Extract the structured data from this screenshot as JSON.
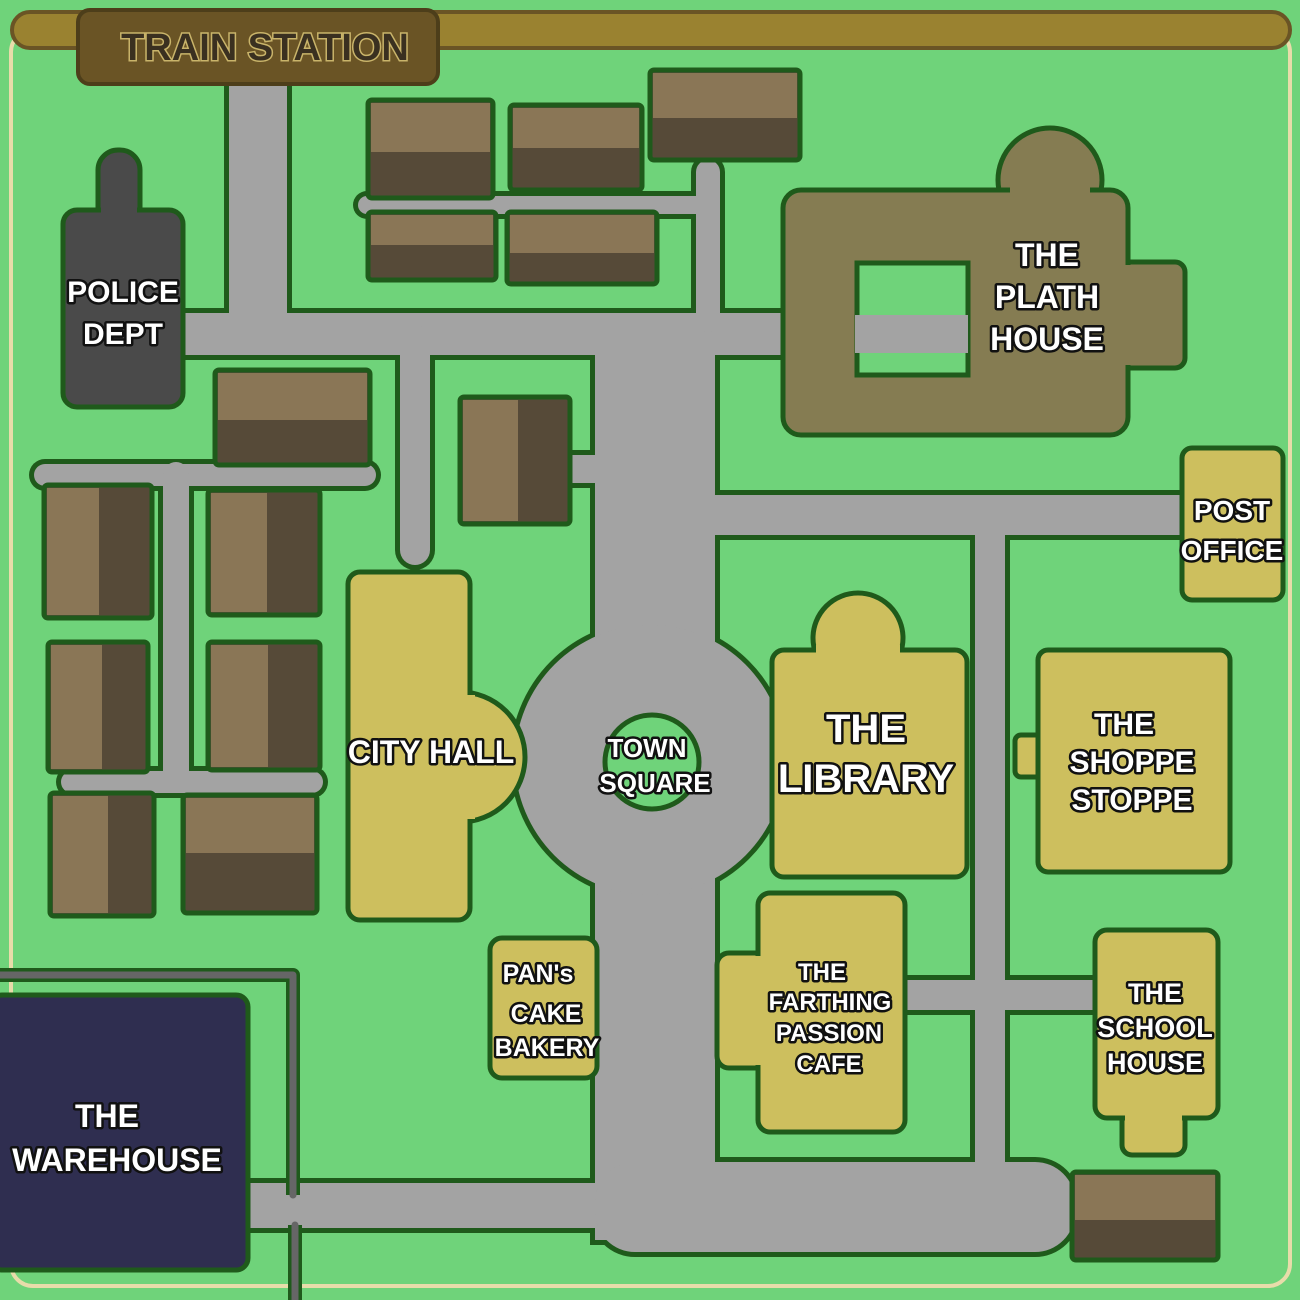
{
  "map_title": "TRAIN STATION",
  "locations": {
    "police": [
      "POLICE",
      "DEPT"
    ],
    "plath": [
      "THE",
      "PLATH",
      "HOUSE"
    ],
    "post_office": [
      "POST",
      "OFFICE"
    ],
    "city_hall": "CITY HALL",
    "town_square": [
      "TOWN",
      "SQUARE"
    ],
    "library": [
      "THE",
      "LIBRARY"
    ],
    "shoppe": [
      "THE",
      "SHOPPE",
      "STOPPE"
    ],
    "bakery": [
      "PAN's",
      "CAKE",
      "BAKERY"
    ],
    "cafe": [
      "THE",
      "FARTHING",
      "PASSION",
      "CAFE"
    ],
    "school": [
      "THE",
      "SCHOOL",
      "HOUSE"
    ],
    "warehouse": [
      "THE",
      "WAREHOUSE"
    ]
  },
  "colors": {
    "grass": "#6fd37a",
    "road": "#a3a3a3",
    "outline": "#1f5a1b",
    "public_building": "#cdbf5e",
    "house_light": "#8a7656",
    "house_dark": "#564a38",
    "plath_house": "#857c52",
    "police": "#4a4a4a",
    "warehouse": "#2f2e50",
    "rail": "#9a8230"
  }
}
